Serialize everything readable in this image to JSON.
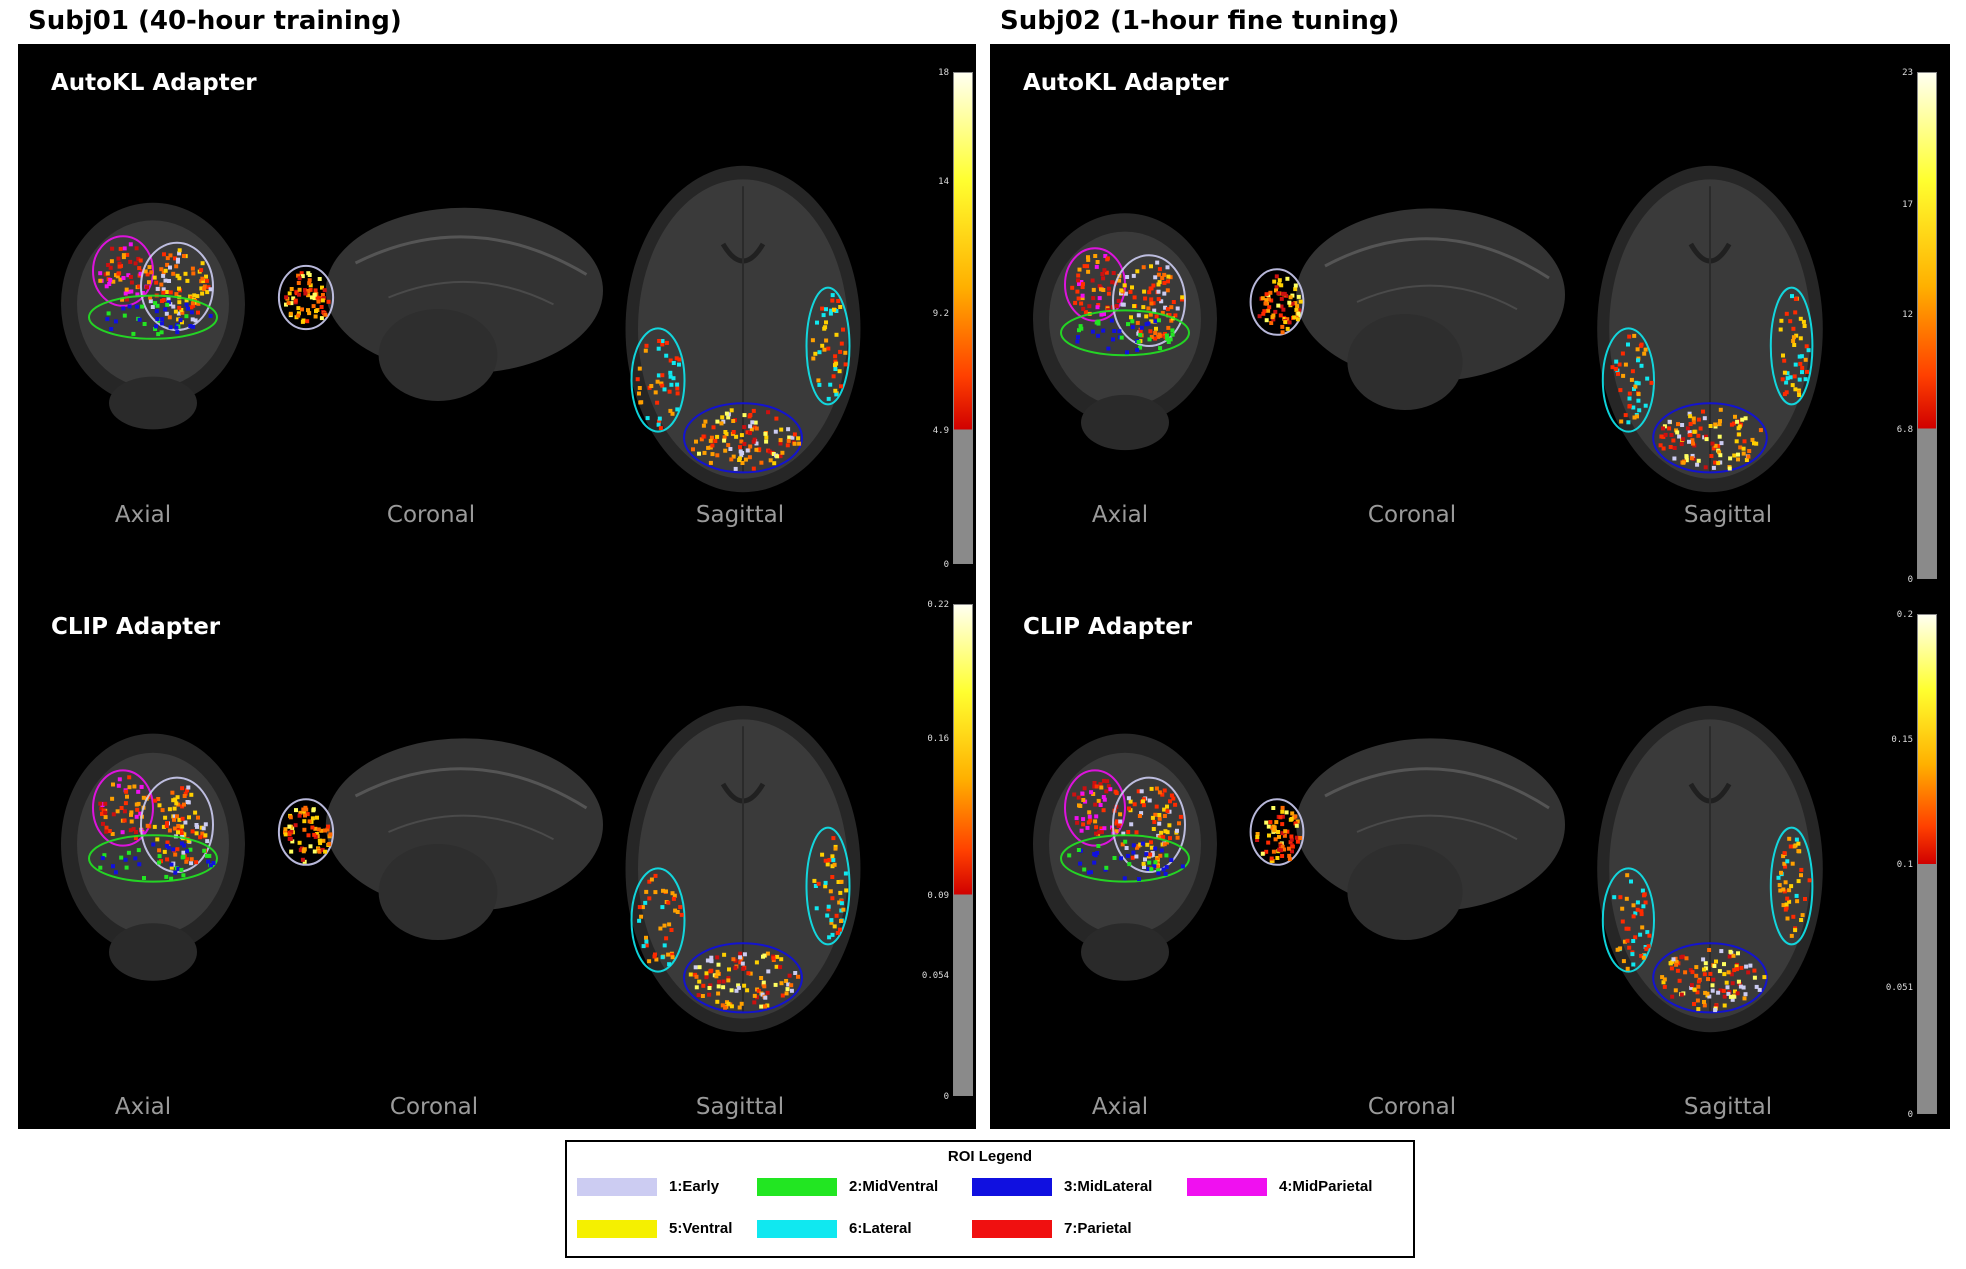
{
  "subjects": [
    {
      "title": "Subj01 (40-hour training)",
      "rows": [
        {
          "title": "AutoKL Adapter",
          "views": [
            "Axial",
            "Coronal",
            "Sagittal"
          ],
          "colorbar": {
            "ticks": [
              "18",
              "14",
              "9.2",
              "4.9",
              "0"
            ],
            "threshold": 4.9,
            "max": 18
          }
        },
        {
          "title": "CLIP Adapter",
          "views": [
            "Axial",
            "Coronal",
            "Sagittal"
          ],
          "colorbar": {
            "ticks": [
              "0.22",
              "0.16",
              "0.09",
              "0.054",
              "0"
            ],
            "threshold": 0.09,
            "max": 0.22
          }
        }
      ]
    },
    {
      "title": "Subj02 (1-hour fine tuning)",
      "rows": [
        {
          "title": "AutoKL Adapter",
          "views": [
            "Axial",
            "Coronal",
            "Sagittal"
          ],
          "colorbar": {
            "ticks": [
              "23",
              "17",
              "12",
              "6.8",
              "0"
            ],
            "threshold": 6.8,
            "max": 23
          }
        },
        {
          "title": "CLIP Adapter",
          "views": [
            "Axial",
            "Coronal",
            "Sagittal"
          ],
          "colorbar": {
            "ticks": [
              "0.2",
              "0.15",
              "0.1",
              "0.051",
              "0"
            ],
            "threshold": 0.1,
            "max": 0.2
          }
        }
      ]
    }
  ],
  "legend": {
    "title": "ROI Legend",
    "items": [
      {
        "label": "1:Early",
        "color": "#ccccf2"
      },
      {
        "label": "2:MidVentral",
        "color": "#22e622"
      },
      {
        "label": "3:MidLateral",
        "color": "#1010e0"
      },
      {
        "label": "4:MidParietal",
        "color": "#f010f0"
      },
      {
        "label": "5:Ventral",
        "color": "#f5f000"
      },
      {
        "label": "6:Lateral",
        "color": "#10e8f0"
      },
      {
        "label": "7:Parietal",
        "color": "#f01010"
      }
    ]
  }
}
